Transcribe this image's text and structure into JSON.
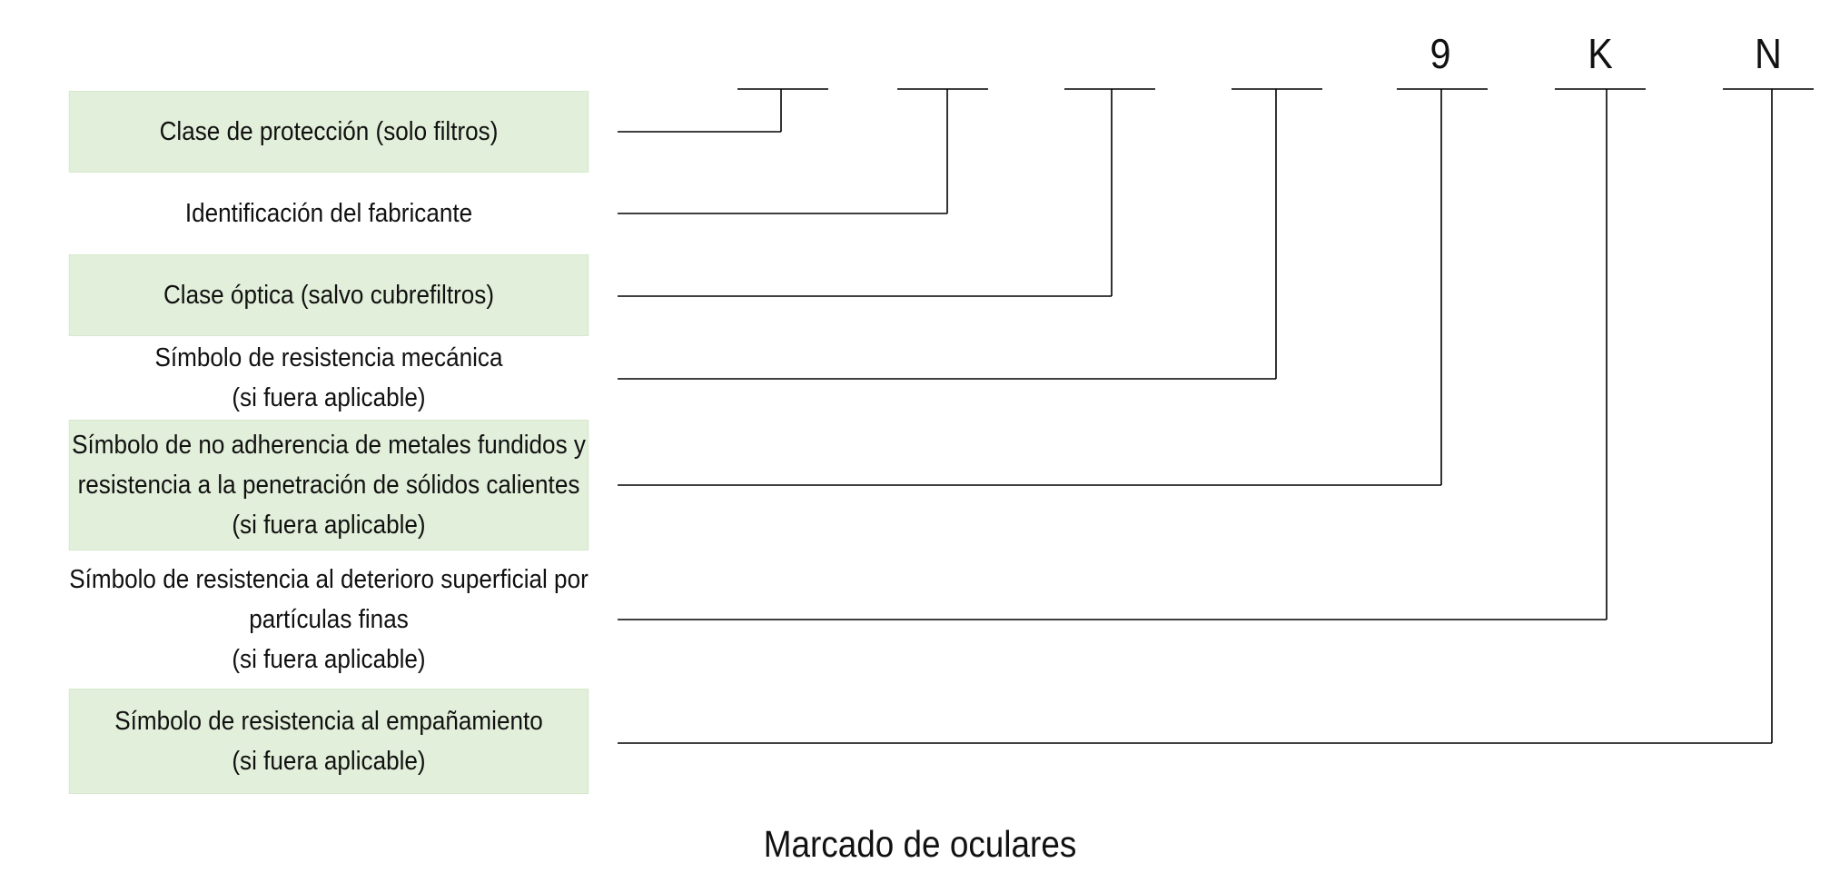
{
  "diagram": {
    "caption": "Marcado de oculares",
    "code_characters": [
      "",
      "",
      "",
      "",
      "9",
      "K",
      "N"
    ],
    "labels": [
      {
        "text": "Clase de protección (solo filtros)",
        "shaded": true
      },
      {
        "text": "Identificación del fabricante",
        "shaded": false
      },
      {
        "text": "Clase óptica (salvo cubrefiltros)",
        "shaded": true
      },
      {
        "text": "Símbolo de resistencia mecánica\n(si fuera aplicable)",
        "shaded": false
      },
      {
        "text": "Símbolo de no adherencia de metales fundidos y\nresistencia a la penetración de sólidos calientes\n(si fuera aplicable)",
        "shaded": true
      },
      {
        "text": "Símbolo de resistencia al deterioro superficial por\npartículas finas\n(si fuera aplicable)",
        "shaded": false
      },
      {
        "text": "Símbolo de resistencia al empañamiento\n(si fuera aplicable)",
        "shaded": true
      }
    ],
    "colors": {
      "shade": "#e2efda",
      "line": "#000000"
    }
  }
}
